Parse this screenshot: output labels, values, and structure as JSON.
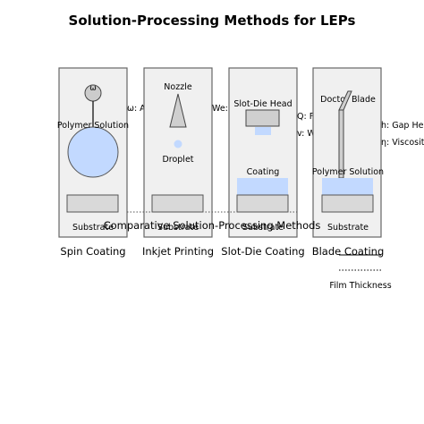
{
  "title": "Solution-Processing Methods for LEPs",
  "colors": {
    "panel_fill": "#f0f0f0",
    "panel_stroke": "#666666",
    "substrate_fill": "#d9d9d9",
    "solution_fill": "#c2d9ff",
    "text": "#000000"
  },
  "panels": {
    "spin": {
      "method": "Spin Coating",
      "rotor_symbol": "ω",
      "parameter": "ω: A",
      "solution_label": "Polymer Solution",
      "substrate_label": "Substrate"
    },
    "inkjet": {
      "method": "Inkjet Printing",
      "parameter": "We:",
      "nozzle_label": "Nozzle",
      "droplet_label": "Droplet",
      "substrate_label": "Substrate"
    },
    "slotdie": {
      "method": "Slot-Die Coating",
      "head_label": "Slot-Die Head",
      "parameters": [
        "Q: F",
        "v: W"
      ],
      "coating_label": "Coating",
      "substrate_label": "Substrate"
    },
    "blade": {
      "method": "Blade Coating",
      "blade_label": "Doctor Blade",
      "parameters": [
        "h: Gap Hei",
        "η: Viscosit"
      ],
      "solution_label": "Polymer Solution",
      "substrate_label": "Substrate"
    }
  },
  "comparison_label": "Comparative Solution-Processing Methods",
  "film_thickness_label": "Film Thickness"
}
